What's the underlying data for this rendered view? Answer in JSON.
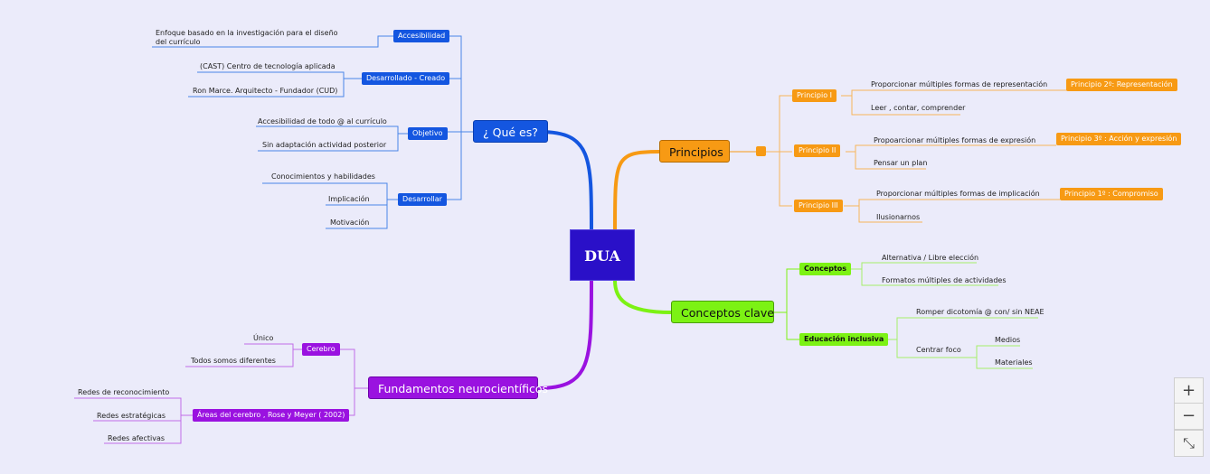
{
  "central": "DUA",
  "branches": {
    "que_es": {
      "label": "¿ Qué es?",
      "accesibilidad": {
        "label": "Accesibilidad",
        "leaf": "Enfoque basado en la investigación para el diseño del currículo"
      },
      "desarrollado": {
        "label": "Desarrollado - Creado",
        "leaves": [
          "(CAST) Centro de tecnología aplicada",
          "Ron Marce. Arquitecto - Fundador (CUD)"
        ]
      },
      "objetivo": {
        "label": "Objetivo",
        "leaves": [
          "Accesibilidad de todo @ al currículo",
          "Sin adaptación actividad posterior"
        ]
      },
      "desarrollar": {
        "label": "Desarrollar",
        "leaves": [
          "Conocimientos y habilidades",
          "Implicación",
          "Motivación"
        ]
      }
    },
    "principios": {
      "label": "Principios",
      "p1": {
        "label": "Principio I",
        "leaves": [
          "Proporcionar múltiples formas de representación",
          "Leer , contar, comprender"
        ],
        "tag": "Principio 2º: Representación"
      },
      "p2": {
        "label": "Principio II",
        "leaves": [
          "Propoarcionar múltiples formas de expresión",
          "Pensar un plan"
        ],
        "tag": "Principio 3º : Acción y expresión"
      },
      "p3": {
        "label": "Principio III",
        "leaves": [
          "Proporcionar múltiples formas de implicación",
          "Ilusionarnos"
        ],
        "tag": "Principio 1º : Compromiso"
      }
    },
    "conceptos": {
      "label": "Conceptos clave",
      "conceptos": {
        "label": "Conceptos",
        "leaves": [
          "Alternativa / Libre elección",
          "Formatos múltiples de actividades"
        ]
      },
      "inclusiva": {
        "label": "Educación inclusiva",
        "leaves": [
          "Romper dicotomía @ con/ sin NEAE",
          "Centrar foco"
        ],
        "foco": [
          "Medios",
          "Materiales"
        ]
      }
    },
    "fundamentos": {
      "label": "Fundamentos neurocientíficos",
      "cerebro": {
        "label": "Cerebro",
        "leaves": [
          "Único",
          "Todos somos diferentes"
        ]
      },
      "areas": {
        "label": "Áreas del cerebro , Rose y Meyer ( 2002)",
        "leaves": [
          "Redes de reconocimiento",
          "Redes estratégicas",
          "Redes afectivas"
        ]
      }
    }
  },
  "zoom_controls": {
    "zoom_in": "+",
    "zoom_out": "−",
    "fit": "⤡"
  },
  "colors": {
    "blue": "#1456e0",
    "orange": "#f79a14",
    "green": "#7cf214",
    "purple": "#9a12e0",
    "central": "#2a10c8",
    "background": "#ebebfa"
  }
}
